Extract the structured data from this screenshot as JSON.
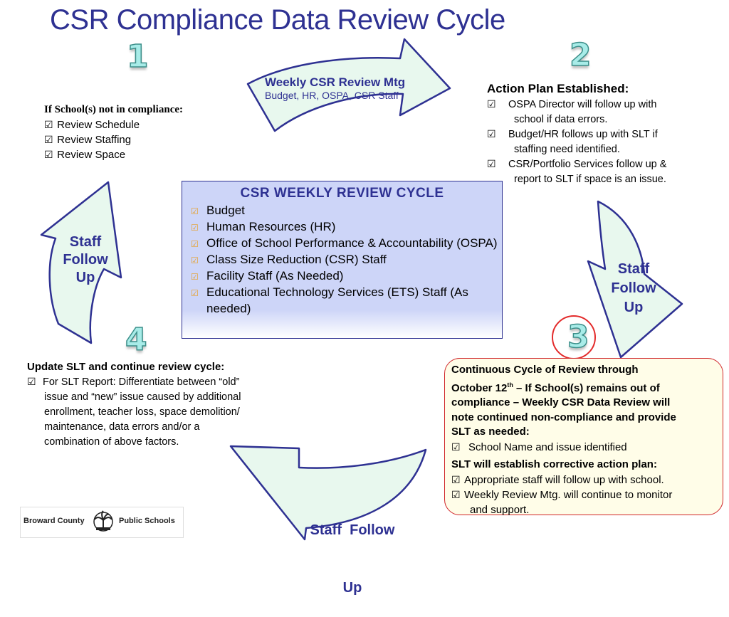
{
  "title": "CSR Compliance Data Review Cycle",
  "steps": {
    "s1": "1",
    "s2": "2",
    "s3": "3",
    "s4": "4"
  },
  "arrows": {
    "top": {
      "line1": "Weekly CSR Review Mtg",
      "line2": "Budget, HR, OSPA, CSR Staff"
    },
    "left": {
      "label": [
        "Staff",
        "Follow",
        "Up"
      ]
    },
    "right": {
      "label": [
        "Staff",
        "Follow",
        "Up"
      ]
    },
    "bottom": {
      "label": [
        "Staff  Follow",
        "Up"
      ]
    }
  },
  "step1": {
    "heading": "If School(s) not in compliance:",
    "items": [
      "Review Schedule",
      "Review Staffing",
      "Review Space"
    ]
  },
  "step2": {
    "heading": "Action Plan Established:",
    "items": [
      [
        "OSPA Director will follow up with",
        "school if data errors."
      ],
      [
        "Budget/HR follows up with SLT if",
        "staffing need identified."
      ],
      [
        "CSR/Portfolio Services follow up &",
        "report  to SLT if space is an issue."
      ]
    ]
  },
  "center": {
    "title": "CSR WEEKLY REVIEW CYCLE",
    "items": [
      "Budget",
      "Human Resources (HR)",
      "Office of School Performance & Accountability (OSPA)",
      "Class Size Reduction (CSR) Staff",
      "Facility Staff (As Needed)",
      "Educational Technology Services (ETS) Staff (As needed)"
    ]
  },
  "step3": {
    "heading_lines": [
      "Continuous Cycle of Review through",
      "October 12",
      "compliance – Weekly CSR Data Review will",
      "note continued non-compliance and provide",
      "SLT as needed:"
    ],
    "sup": "th",
    "line2_rest": " – If School(s) remains out of",
    "item1": "School Name and issue identified",
    "heading2": "SLT will establish corrective action plan:",
    "items2": [
      [
        "Appropriate staff will follow up with school."
      ],
      [
        "Weekly Review Mtg. will continue to monitor",
        "and support."
      ]
    ]
  },
  "step4": {
    "heading": "Update SLT and continue review cycle:",
    "item": [
      "For SLT Report: Differentiate between “old”",
      "issue and “new” issue caused by additional",
      "enrollment, teacher loss, space demolition/",
      "maintenance, data errors and/or a",
      "combination of above factors."
    ]
  },
  "logo": {
    "left": "Broward County",
    "right": "Public Schools"
  },
  "colors": {
    "title": "#2e3192",
    "arrow_fill": "#e8f8ee",
    "arrow_stroke": "#2e3192",
    "number": "#a8ece8",
    "red": "#d0262b"
  }
}
